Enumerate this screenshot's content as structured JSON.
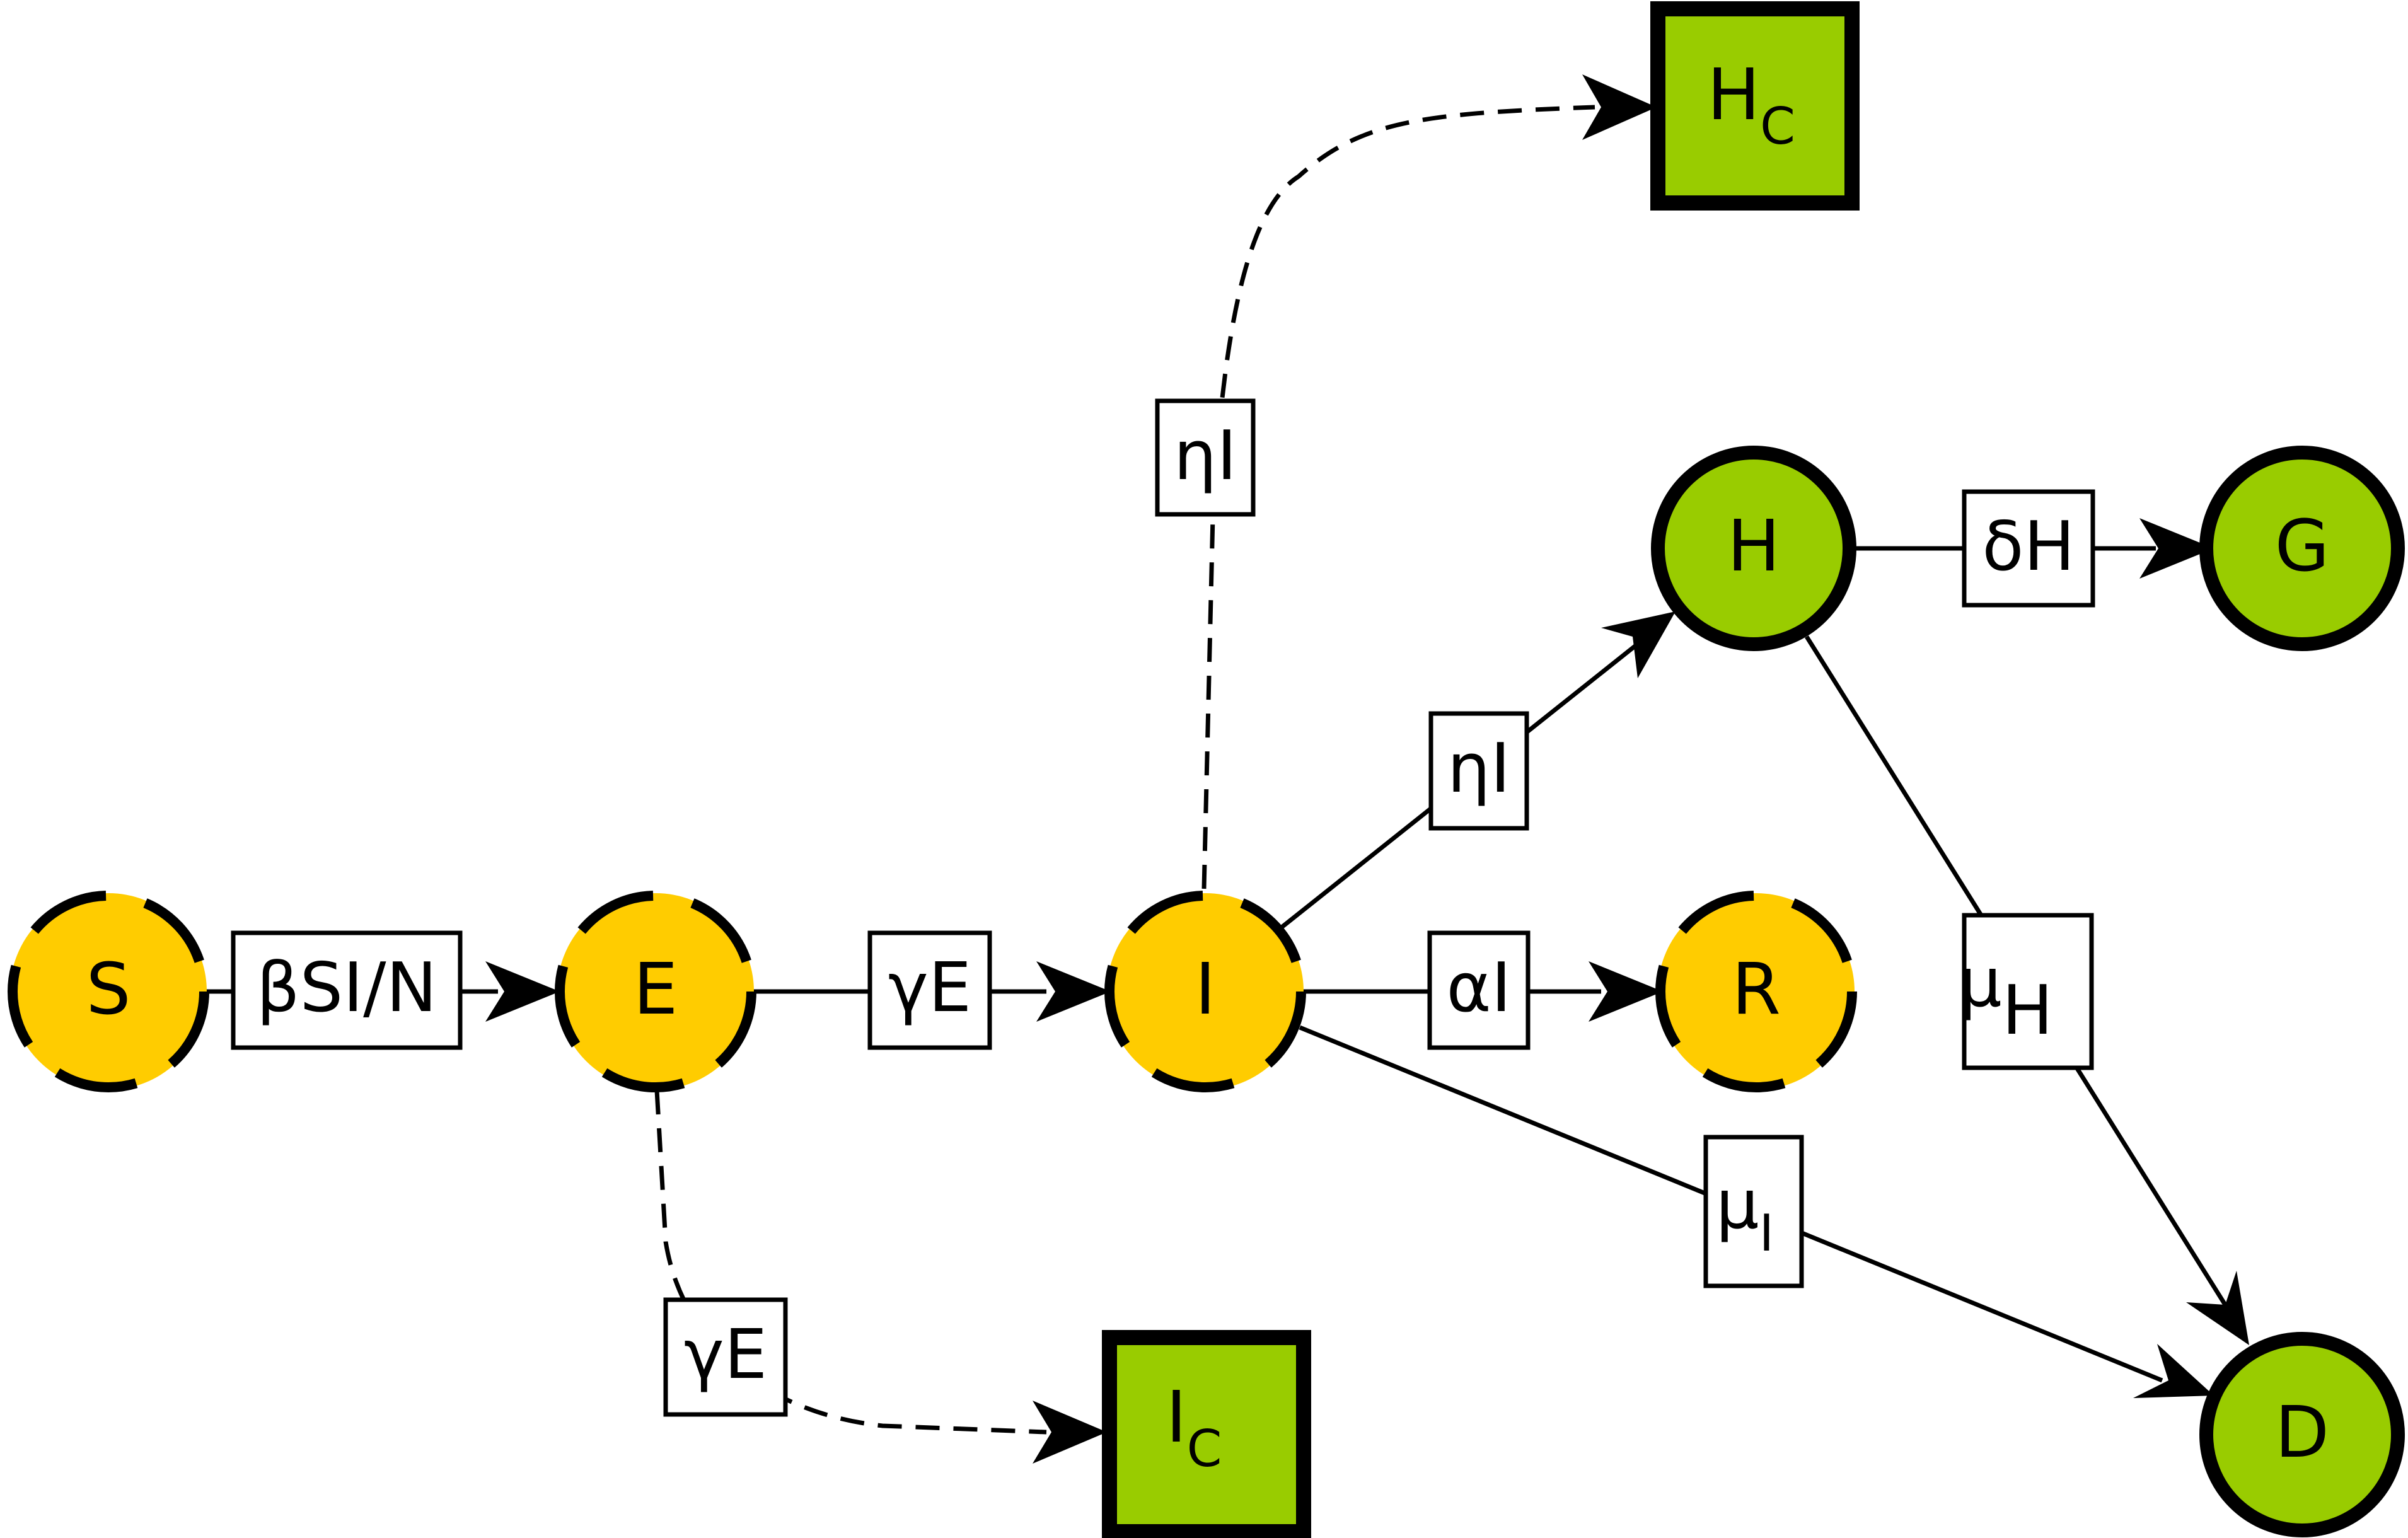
{
  "colors": {
    "node_yellow": "#ffcc00",
    "node_green": "#99cc00",
    "stroke": "#000000",
    "background": "#ffffff"
  },
  "nodes": {
    "S": "S",
    "E": "E",
    "I": "I",
    "R": "R",
    "H": "H",
    "G": "G",
    "D": "D",
    "HC_main": "H",
    "HC_sub": "C",
    "IC_main": "I",
    "IC_sub": "C"
  },
  "edge_labels": {
    "s_to_e": "βSI/N",
    "e_to_i": "γE",
    "i_to_r": "αI",
    "i_to_h": "ηI",
    "i_to_hc": "ηI",
    "h_to_g": "δH",
    "e_to_ic": "γE",
    "i_to_d_main": "μ",
    "i_to_d_sub": "I",
    "h_to_d_main": "μ",
    "h_to_d_sub": "H"
  }
}
